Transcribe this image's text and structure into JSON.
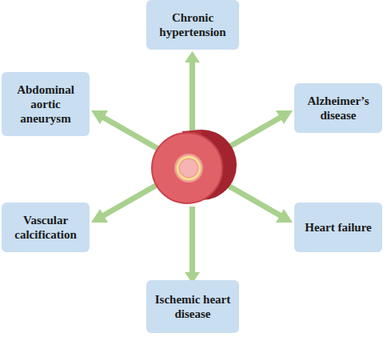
{
  "diagram": {
    "nodes": [
      {
        "text": [
          "Chronic hypertension"
        ]
      },
      {
        "text": [
          "Abdominal aortic aneurysm"
        ]
      },
      {
        "text": [
          "Alzheimer’s disease"
        ]
      },
      {
        "text": [
          "Vascular calcification"
        ]
      },
      {
        "text": [
          "Heart failure"
        ]
      },
      {
        "text": [
          "Ischemic heart disease"
        ]
      }
    ]
  }
}
